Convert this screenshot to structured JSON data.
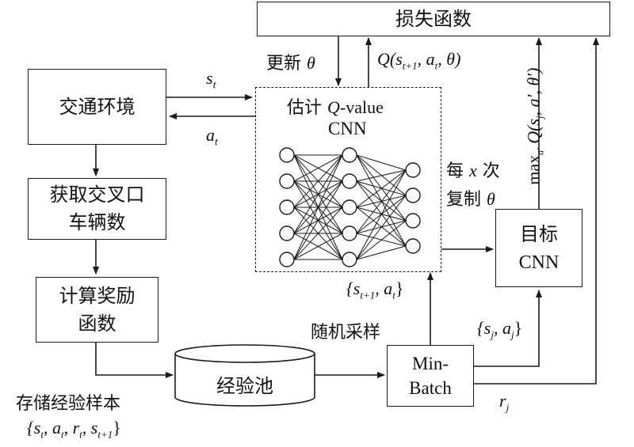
{
  "nodes": {
    "loss": "损失函数",
    "traffic_env": "交通环境",
    "get_vehicles_line1": "获取交叉口",
    "get_vehicles_line2": "车辆数",
    "reward_line1": "计算奖励",
    "reward_line2": "函数",
    "replay_pool": "经验池",
    "minibatch_line1": "Min-",
    "minibatch_line2": "Batch",
    "target_line1": "目标",
    "target_line2": "CNN",
    "estimate_line1_prefix": "估计 ",
    "estimate_line1_q": "Q",
    "estimate_line1_suffix": "-value",
    "estimate_line2": "CNN"
  },
  "labels": {
    "state": "s",
    "state_sub": "t",
    "action": "a",
    "action_sub": "t",
    "update_prefix": "更新 ",
    "update_theta": "θ",
    "q_estimate": "Q(s",
    "q_estimate_sub": "t+1",
    "q_estimate_rest": ", a",
    "q_estimate_sub2": "t",
    "q_estimate_end": ", θ)",
    "copy_line1_prefix": "每 ",
    "copy_line1_x": "x",
    "copy_line1_suffix": " 次",
    "copy_line2_prefix": "复制 ",
    "copy_line2_theta": "θ",
    "max_q": "max",
    "max_q_sub": "a′",
    "max_q_body": "Q(s",
    "max_q_body_sub": "j",
    "max_q_body_rest": ", a′, θ′)",
    "next_state_action_open": "{s",
    "next_state_action_sub": "t+1",
    "next_state_action_mid": ", a",
    "next_state_action_sub2": "t",
    "next_state_action_close": "}",
    "random_sampling": "随机采样",
    "sj_aj_open": "{s",
    "sj_aj_sub": "j",
    "sj_aj_mid": ", a",
    "sj_aj_sub2": "j",
    "sj_aj_close": "}",
    "reward_j": "r",
    "reward_j_sub": "j",
    "store_samples": "存储经验样本",
    "sample_tuple_open": "{s",
    "sample_tuple_s_sub": "t",
    "sample_tuple_a": ", a",
    "sample_tuple_a_sub": "t",
    "sample_tuple_r": ", r",
    "sample_tuple_r_sub": "t",
    "sample_tuple_s2": ", s",
    "sample_tuple_s2_sub": "t+1",
    "sample_tuple_close": "}"
  },
  "colors": {
    "stroke": "#1a1a1a",
    "background": "#ffffff"
  }
}
